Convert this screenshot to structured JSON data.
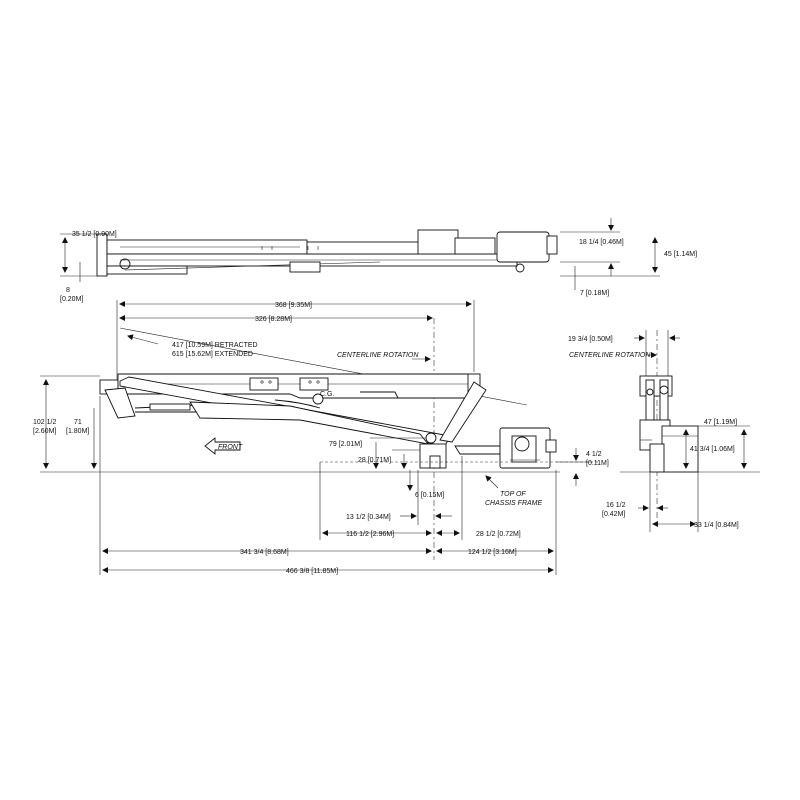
{
  "top_view": {
    "dim_35": "35 1/2 [0.90M]",
    "dim_8_a": "8",
    "dim_8_b": "[0.20M]",
    "dim_18": "18 1/4 [0.46M]",
    "dim_45": "45 [1.14M]",
    "dim_7": "7 [0.18M]"
  },
  "side_view": {
    "dim_368": "368 [9.35M]",
    "dim_326": "326 [8.28M]",
    "dim_417": "417 [10.59M] RETRACTED",
    "dim_615": "615 [15.62M] EXTENDED",
    "centerline": "CENTERLINE ROTATION",
    "cg": "C.G.",
    "front": "FRONT",
    "dim_102_a": "102 1/2",
    "dim_102_b": "[2.60M]",
    "dim_71_a": "71",
    "dim_71_b": "[1.80M]",
    "dim_79": "79 [2.01M]",
    "dim_28": "28 [0.71M]",
    "dim_4_a": "4 1/2",
    "dim_4_b": "[0.11M]",
    "dim_6": "6 [0.15M]",
    "top_chassis_a": "TOP OF",
    "top_chassis_b": "CHASSIS FRAME",
    "dim_13": "13 1/2 [0.34M]",
    "dim_116": "116 1/2 [2.96M]",
    "dim_28_72": "28 1/2 [0.72M]",
    "dim_341": "341 3/4 [8.68M]",
    "dim_124": "124 1/2 [3.16M]",
    "dim_466": "466 3/8 [11.85M]"
  },
  "end_view": {
    "dim_19": "19 3/4 [0.50M]",
    "centerline": "CENTERLINE ROTATION",
    "dim_47": "47 [1.19M]",
    "dim_41": "41 3/4 [1.06M]",
    "dim_16_a": "16 1/2",
    "dim_16_b": "[0.42M]",
    "dim_33": "33 1/4 [0.84M]"
  }
}
